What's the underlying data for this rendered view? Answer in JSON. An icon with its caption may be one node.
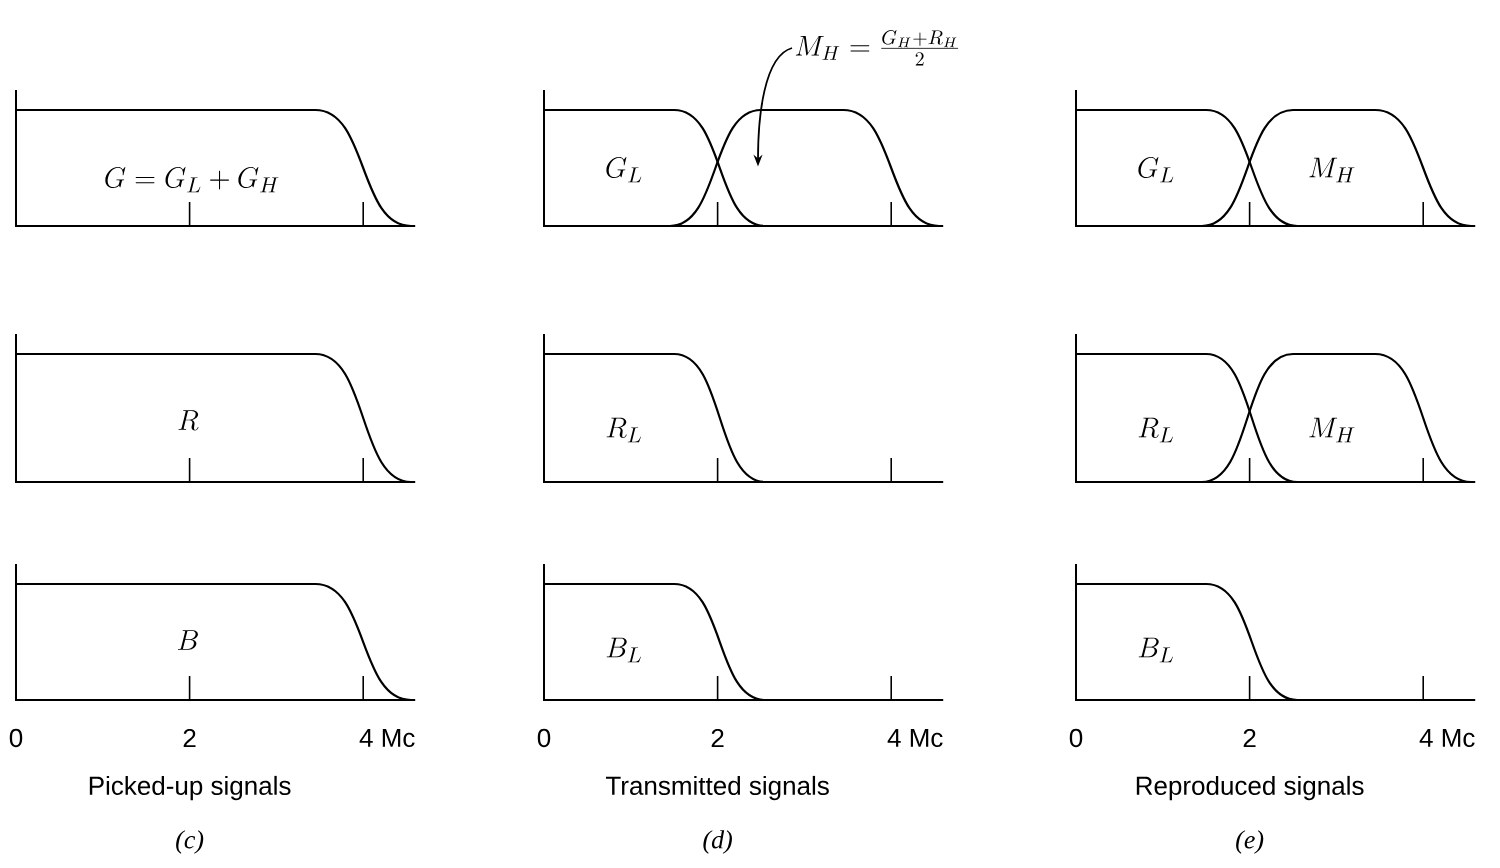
{
  "diagram": {
    "nodes": [
      {
        "text": [
          "M_H = \\frac{G_H + R_H}{2}"
        ]
      },
      {
        "text": [],
        "shape": "curve"
      }
    ],
    "edges": [
      {
        "from": 0,
        "to": 1,
        "arrow": "to"
      }
    ],
    "labels": [
      "G = G_L + G_H",
      "G_L",
      "G_L",
      "M_H",
      "R",
      "R_L",
      "R_L",
      "M_H",
      "B",
      "B_L",
      "B_L",
      "0",
      "2",
      "4 Mc",
      "0",
      "2",
      "4 Mc",
      "0",
      "2",
      "4 Mc",
      "Picked-up signals",
      "Transmitted signals",
      "Reproduced signals",
      "(c)",
      "(d)",
      "(e)"
    ]
  }
}
